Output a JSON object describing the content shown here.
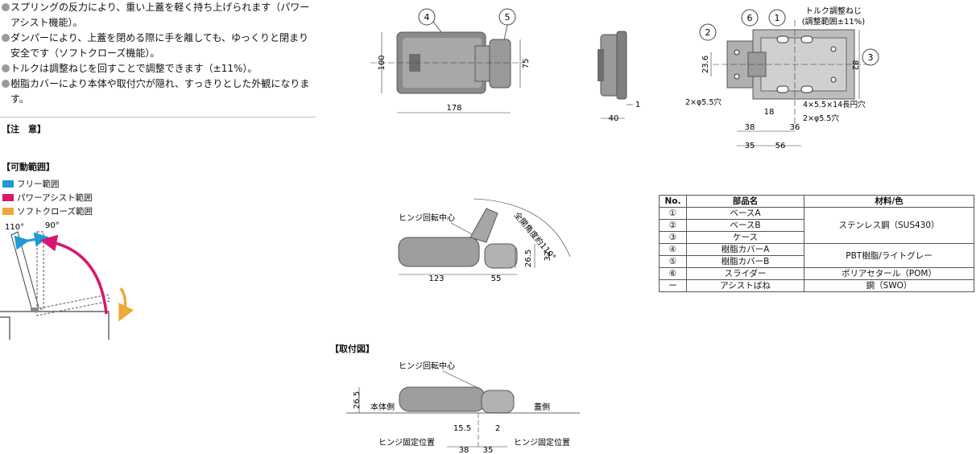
{
  "features": {
    "items": [
      "スプリングの反力により、重い上蓋を軽く持ち上げられます（パワーアシスト機能）。",
      "ダンパーにより、上蓋を閉める際に手を離しても、ゆっくりと閉まり安全です（ソフトクローズ機能）。",
      "トルクは調整ねじを回すことで調整できます（±11%）。",
      "樹脂カバーにより本体や取付穴が隠れ、すっきりとした外観になります。"
    ]
  },
  "caution": {
    "title": "【注　意】"
  },
  "range": {
    "title": "【可動範囲】",
    "legend": [
      {
        "label": "フリー範囲",
        "color": "#1e9ad6"
      },
      {
        "label": "パワーアシスト範囲",
        "color": "#d8176f"
      },
      {
        "label": "ソフトクローズ範囲",
        "color": "#f0a838"
      }
    ],
    "angle_110": "110°",
    "angle_90": "90°"
  },
  "top_view": {
    "callout_4": "4",
    "callout_5": "5",
    "dim_100": "100",
    "dim_75": "75",
    "dim_178": "178"
  },
  "side_view": {
    "dim_40": "40",
    "dim_1": "1"
  },
  "base_view": {
    "callout_2": "2",
    "callout_6": "6",
    "callout_1": "1",
    "callout_3": "3",
    "torque_label": "トルク調整ねじ",
    "torque_range": "(調整範囲±11%)",
    "dim_23_6": "23.6",
    "dim_82": "82",
    "hole_left": "2×φ5.5穴",
    "hole_slot": "4×5.5×14長円穴",
    "hole_right": "2×φ5.5穴",
    "dim_18": "18",
    "dim_38": "38",
    "dim_36": "36",
    "dim_35": "35",
    "dim_56": "56"
  },
  "open_view": {
    "hinge_center": "ヒンジ回転中心",
    "full_open": "全開角度約110°",
    "dim_26_5": "26.5",
    "dim_32": "32",
    "dim_123": "123",
    "dim_55": "55"
  },
  "parts_table": {
    "headers": [
      "No.",
      "部品名",
      "材料/色"
    ],
    "rows": [
      {
        "no": "①",
        "name": "ベースA"
      },
      {
        "no": "②",
        "name": "ベースB"
      },
      {
        "no": "③",
        "name": "ケース"
      },
      {
        "no": "④",
        "name": "樹脂カバーA"
      },
      {
        "no": "⑤",
        "name": "樹脂カバーB"
      },
      {
        "no": "⑥",
        "name": "スライダー"
      },
      {
        "no": "ー",
        "name": "アシストばね"
      }
    ],
    "materials": [
      "ステンレス鋼（SUS430）",
      "PBT樹脂/ライトグレー",
      "ポリアセタール（POM）",
      "鋼（SWO）"
    ]
  },
  "mount": {
    "title": "【取付図】",
    "hinge_center": "ヒンジ回転中心",
    "dim_26_5": "26.5",
    "body_side": "本体側",
    "lid_side": "蓋側",
    "dim_15_5": "15.5",
    "dim_2": "2",
    "fix_left": "ヒンジ固定位置",
    "fix_right": "ヒンジ固定位置",
    "dim_38": "38",
    "dim_35": "35"
  }
}
